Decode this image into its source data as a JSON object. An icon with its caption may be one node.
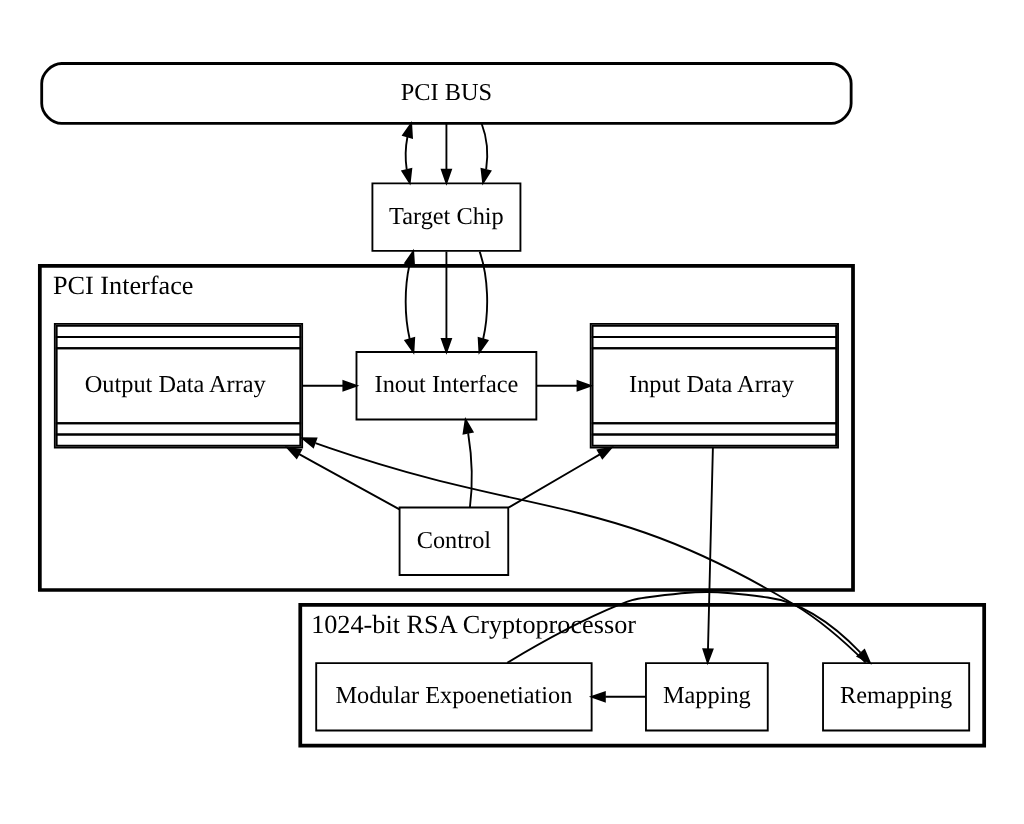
{
  "diagram": {
    "nodes": [
      {
        "text": [
          "PCI BUS"
        ]
      },
      {
        "text": [
          "Target Chip"
        ]
      },
      {
        "text": [
          "PCI Interface"
        ]
      },
      {
        "text": [
          "Input Data Array"
        ],
        "in": 2
      },
      {
        "text": [
          "Inout Interface"
        ],
        "in": 2
      },
      {
        "text": [
          "Output Data Array"
        ],
        "in": 2
      },
      {
        "text": [
          "Control"
        ],
        "in": 2
      },
      {
        "text": [
          "1024-bit RSA Cryptoprocessor"
        ]
      },
      {
        "text": [
          "Mapping"
        ],
        "in": 7
      },
      {
        "text": [
          "Modular Expoenetiation"
        ],
        "in": 7
      },
      {
        "text": [
          "Remapping"
        ],
        "in": 7
      }
    ],
    "edges": [
      {
        "from": 0,
        "to": 1,
        "arrow": "both"
      },
      {
        "from": 0,
        "to": 1,
        "arrow": "to"
      },
      {
        "from": 0,
        "to": 1,
        "arrow": "to"
      },
      {
        "from": 1,
        "to": 4,
        "arrow": "both"
      },
      {
        "from": 1,
        "to": 4,
        "arrow": "to"
      },
      {
        "from": 1,
        "to": 4,
        "arrow": "to"
      },
      {
        "from": 4,
        "to": 3,
        "arrow": "to"
      },
      {
        "from": 5,
        "to": 4,
        "arrow": "to"
      },
      {
        "from": 6,
        "to": 4,
        "arrow": "to"
      },
      {
        "from": 6,
        "to": 3,
        "arrow": "to"
      },
      {
        "from": 6,
        "to": 5,
        "arrow": "to"
      },
      {
        "from": 3,
        "to": 8,
        "arrow": "to"
      },
      {
        "from": 8,
        "to": 9,
        "arrow": "to"
      },
      {
        "from": 9,
        "to": 10,
        "arrow": "to"
      },
      {
        "from": 10,
        "to": 5,
        "arrow": "to"
      }
    ]
  }
}
